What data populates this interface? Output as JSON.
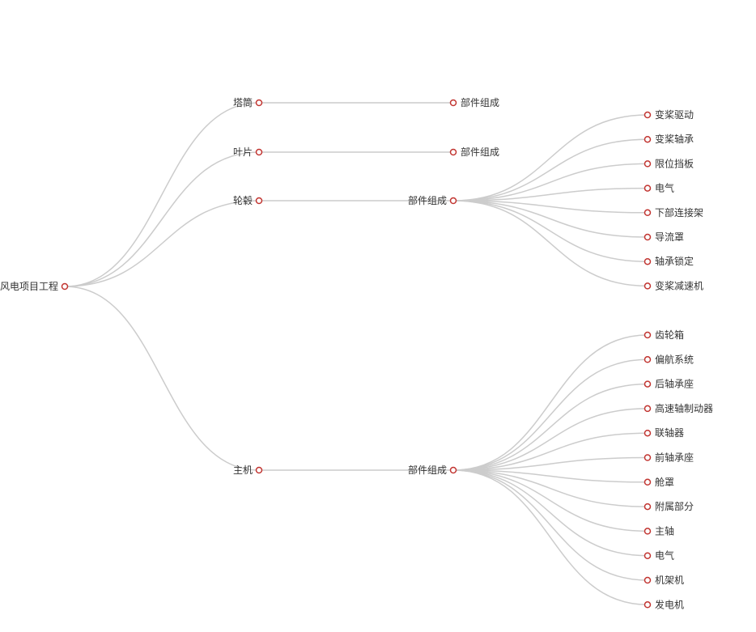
{
  "tree": {
    "name": "风电项目工程",
    "children": [
      {
        "name": "塔筒",
        "children": [
          {
            "name": "部件组成"
          }
        ]
      },
      {
        "name": "叶片",
        "children": [
          {
            "name": "部件组成"
          }
        ]
      },
      {
        "name": "轮毂",
        "children": [
          {
            "name": "部件组成",
            "children": [
              {
                "name": "变桨驱动"
              },
              {
                "name": "变桨轴承"
              },
              {
                "name": "限位挡板"
              },
              {
                "name": "电气"
              },
              {
                "name": "下部连接架"
              },
              {
                "name": "导流罩"
              },
              {
                "name": "轴承锁定"
              },
              {
                "name": "变桨减速机"
              }
            ]
          }
        ]
      },
      {
        "name": "主机",
        "children": [
          {
            "name": "部件组成",
            "children": [
              {
                "name": "齿轮箱"
              },
              {
                "name": "偏航系统"
              },
              {
                "name": "后轴承座"
              },
              {
                "name": "高速轴制动器"
              },
              {
                "name": "联轴器"
              },
              {
                "name": "前轴承座"
              },
              {
                "name": "舱罩"
              },
              {
                "name": "附属部分"
              },
              {
                "name": "主轴"
              },
              {
                "name": "电气"
              },
              {
                "name": "机架机"
              },
              {
                "name": "发电机"
              }
            ]
          }
        ]
      }
    ]
  },
  "colors": {
    "link": "#cccccc",
    "node_stroke": "#c23531",
    "node_fill": "#ffffff",
    "label": "#333333"
  }
}
